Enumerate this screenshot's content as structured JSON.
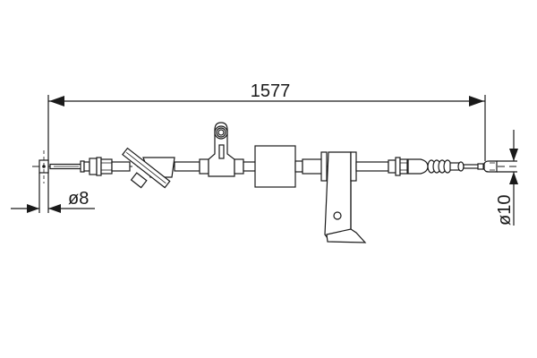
{
  "drawing": {
    "type": "brake cable technical drawing",
    "dimensions": {
      "total_length": "1577",
      "left_diameter": "ø8",
      "right_diameter": "ø10"
    },
    "colors": {
      "line": "#1a1a1a",
      "background": "#ffffff"
    }
  }
}
